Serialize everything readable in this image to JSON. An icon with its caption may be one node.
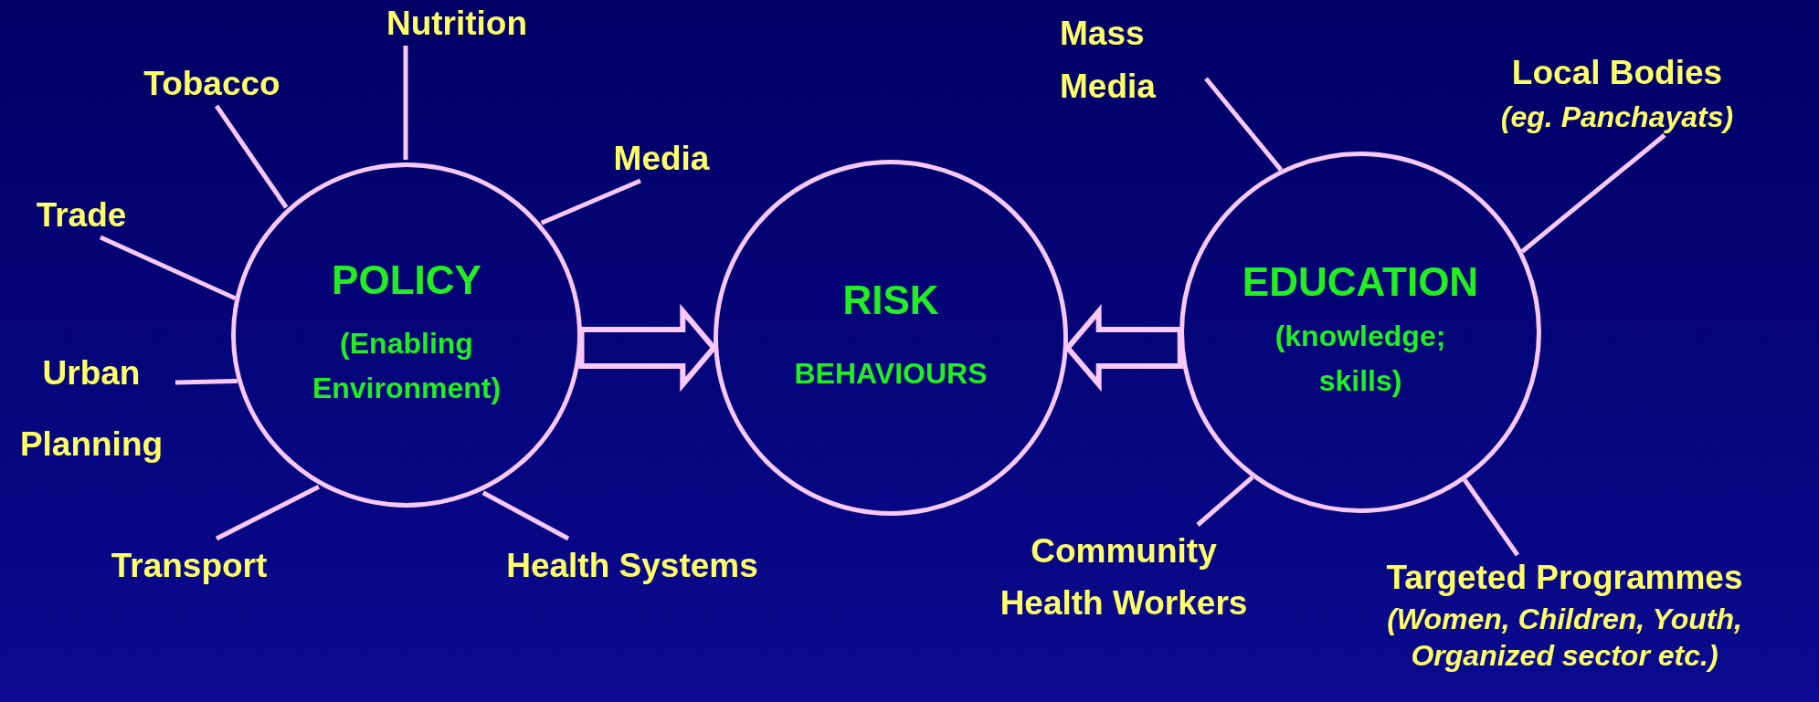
{
  "diagram": {
    "nodes": [
      {
        "text": [
          "POLICY",
          "(Enabling Environment)"
        ]
      },
      {
        "text": [
          "RISK",
          "BEHAVIOURS"
        ]
      },
      {
        "text": [
          "EDUCATION",
          "(knowledge; skills)"
        ]
      },
      {
        "text": [
          "Nutrition"
        ]
      },
      {
        "text": [
          "Tobacco"
        ]
      },
      {
        "text": [
          "Media"
        ]
      },
      {
        "text": [
          "Trade"
        ]
      },
      {
        "text": [
          "Urban Planning"
        ]
      },
      {
        "text": [
          "Transport"
        ]
      },
      {
        "text": [
          "Health Systems"
        ]
      },
      {
        "text": [
          "Mass Media"
        ]
      },
      {
        "text": [
          "Local Bodies",
          "(eg. Panchayats)"
        ]
      },
      {
        "text": [
          "Community Health Workers"
        ]
      },
      {
        "text": [
          "Targeted Programmes",
          "(Women, Children, Youth, Organized sector etc.)"
        ]
      }
    ],
    "edges": [
      {
        "from": 3,
        "to": 0,
        "arrow": "none"
      },
      {
        "from": 4,
        "to": 0,
        "arrow": "none"
      },
      {
        "from": 5,
        "to": 0,
        "arrow": "none"
      },
      {
        "from": 6,
        "to": 0,
        "arrow": "none"
      },
      {
        "from": 7,
        "to": 0,
        "arrow": "none"
      },
      {
        "from": 8,
        "to": 0,
        "arrow": "none"
      },
      {
        "from": 9,
        "to": 0,
        "arrow": "none"
      },
      {
        "from": 10,
        "to": 2,
        "arrow": "none"
      },
      {
        "from": 11,
        "to": 2,
        "arrow": "none"
      },
      {
        "from": 12,
        "to": 2,
        "arrow": "none"
      },
      {
        "from": 13,
        "to": 2,
        "arrow": "none"
      },
      {
        "from": 0,
        "to": 1,
        "arrow": "to",
        "style": "thick"
      },
      {
        "from": 2,
        "to": 1,
        "arrow": "to",
        "style": "thick"
      }
    ]
  }
}
